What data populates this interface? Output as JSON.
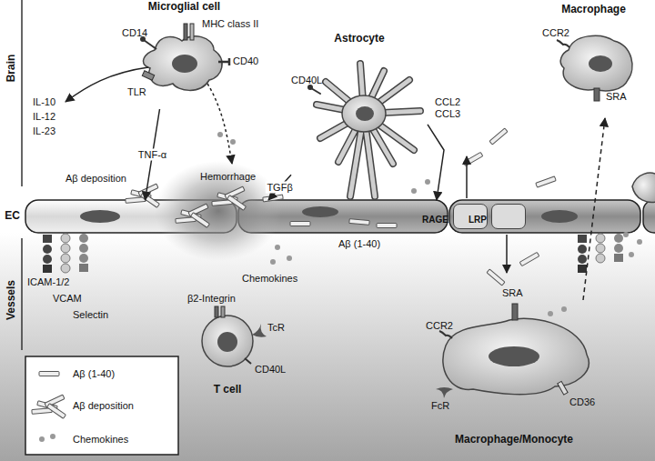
{
  "diagram": {
    "nodes": [
      {
        "text": [
          "Microglial cell"
        ]
      },
      {
        "text": [
          "Astrocyte"
        ]
      },
      {
        "text": [
          "Macrophage"
        ]
      },
      {
        "text": [
          "EC"
        ]
      },
      {
        "text": [
          "RAGE"
        ],
        "in": 3
      },
      {
        "text": [
          "LRP"
        ],
        "in": 3
      },
      {
        "text": [
          "T cell"
        ]
      },
      {
        "text": [
          "Macrophage/Monocyte"
        ]
      }
    ],
    "edges": [
      {
        "from": 0,
        "to": 3,
        "label": "TNF-α",
        "arrow": "to"
      },
      {
        "from": 1,
        "to": 3,
        "label": "TGFβ",
        "arrow": "to"
      },
      {
        "from": 1,
        "to": 3,
        "label": "CCL2 CCL3",
        "arrow": "to"
      },
      {
        "from": 7,
        "to": 2,
        "arrow": "to"
      }
    ],
    "labels": [
      "Brain",
      "Vessels",
      "IL-10",
      "IL-12",
      "IL-23",
      "CD14",
      "MHC class II",
      "TLR",
      "CD40",
      "CD40L",
      "Aβ deposition",
      "Hemorrhage",
      "CCR2",
      "SRA",
      "Aβ (1-40)",
      "ICAM-1/2",
      "VCAM",
      "Selectin",
      "Chemokines",
      "β2-Integrin",
      "TcR",
      "CD40L",
      "SRA",
      "CCR2",
      "FcR",
      "CD36"
    ],
    "legend": [
      {
        "text": "Aβ (1-40)"
      },
      {
        "text": "Aβ deposition"
      },
      {
        "text": "Chemokines"
      }
    ]
  }
}
